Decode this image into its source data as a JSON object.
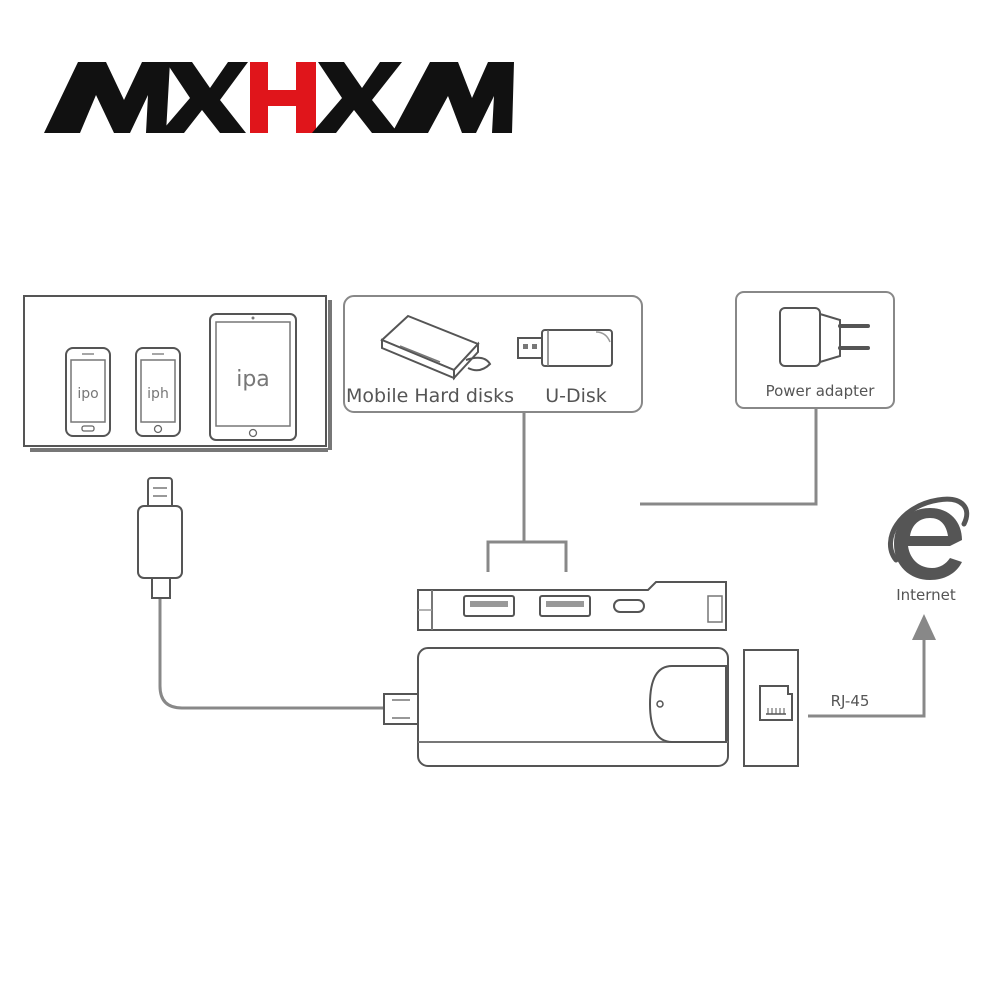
{
  "brand": {
    "logo_text": "MXHXM",
    "accent_color": "#e0151b",
    "main_color": "#111111"
  },
  "devices": {
    "ipod_label": "ipo",
    "iphone_label": "iph",
    "ipad_label": "ipa"
  },
  "storage": {
    "hard_disk_label": "Mobile Hard disks",
    "udisk_label": "U-Disk"
  },
  "power": {
    "label": "Power adapter"
  },
  "network": {
    "rj45_label": "RJ-45",
    "internet_label": "Internet",
    "internet_icon": "internet-explorer-icon"
  }
}
